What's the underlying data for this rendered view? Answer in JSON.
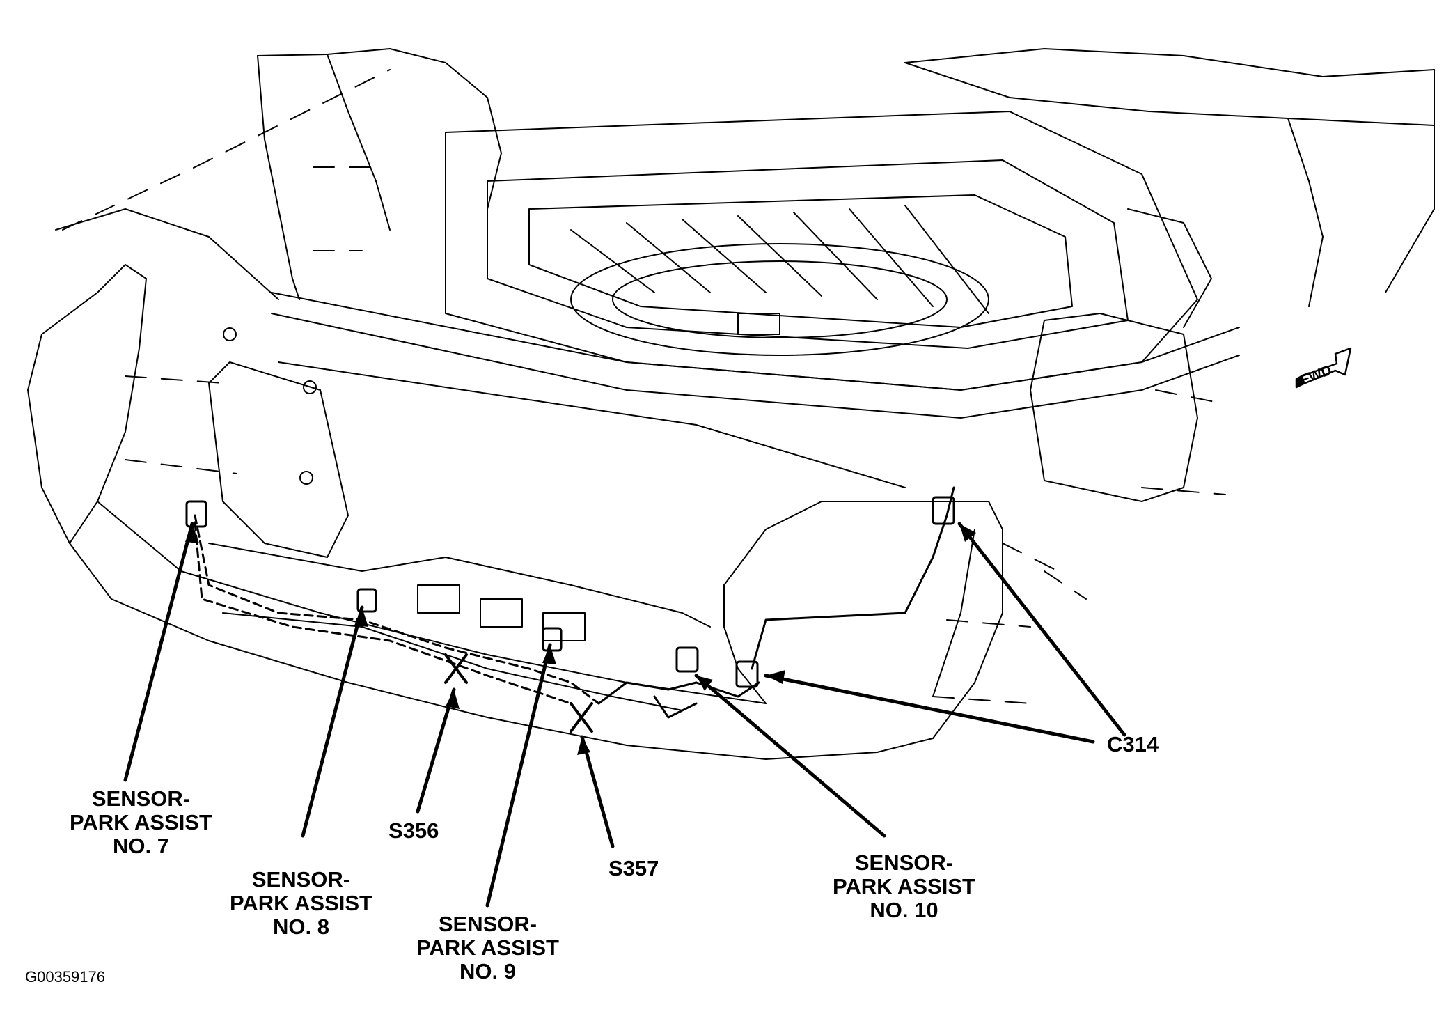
{
  "figure_id": "G00359176",
  "direction_arrow": {
    "label": "FWD",
    "icon": "forward-direction-arrow-icon"
  },
  "callouts": {
    "sensor_7": {
      "line1": "SENSOR-",
      "line2": "PARK ASSIST",
      "line3": "NO. 7"
    },
    "sensor_8": {
      "line1": "SENSOR-",
      "line2": "PARK ASSIST",
      "line3": "NO. 8"
    },
    "sensor_9": {
      "line1": "SENSOR-",
      "line2": "PARK ASSIST",
      "line3": "NO. 9"
    },
    "sensor_10": {
      "line1": "SENSOR-",
      "line2": "PARK ASSIST",
      "line3": "NO. 10"
    },
    "splice_s356": {
      "label": "S356"
    },
    "splice_s357": {
      "label": "S357"
    },
    "connector_c314": {
      "label": "C314"
    }
  },
  "colors": {
    "line": "#000000",
    "background": "#ffffff"
  }
}
